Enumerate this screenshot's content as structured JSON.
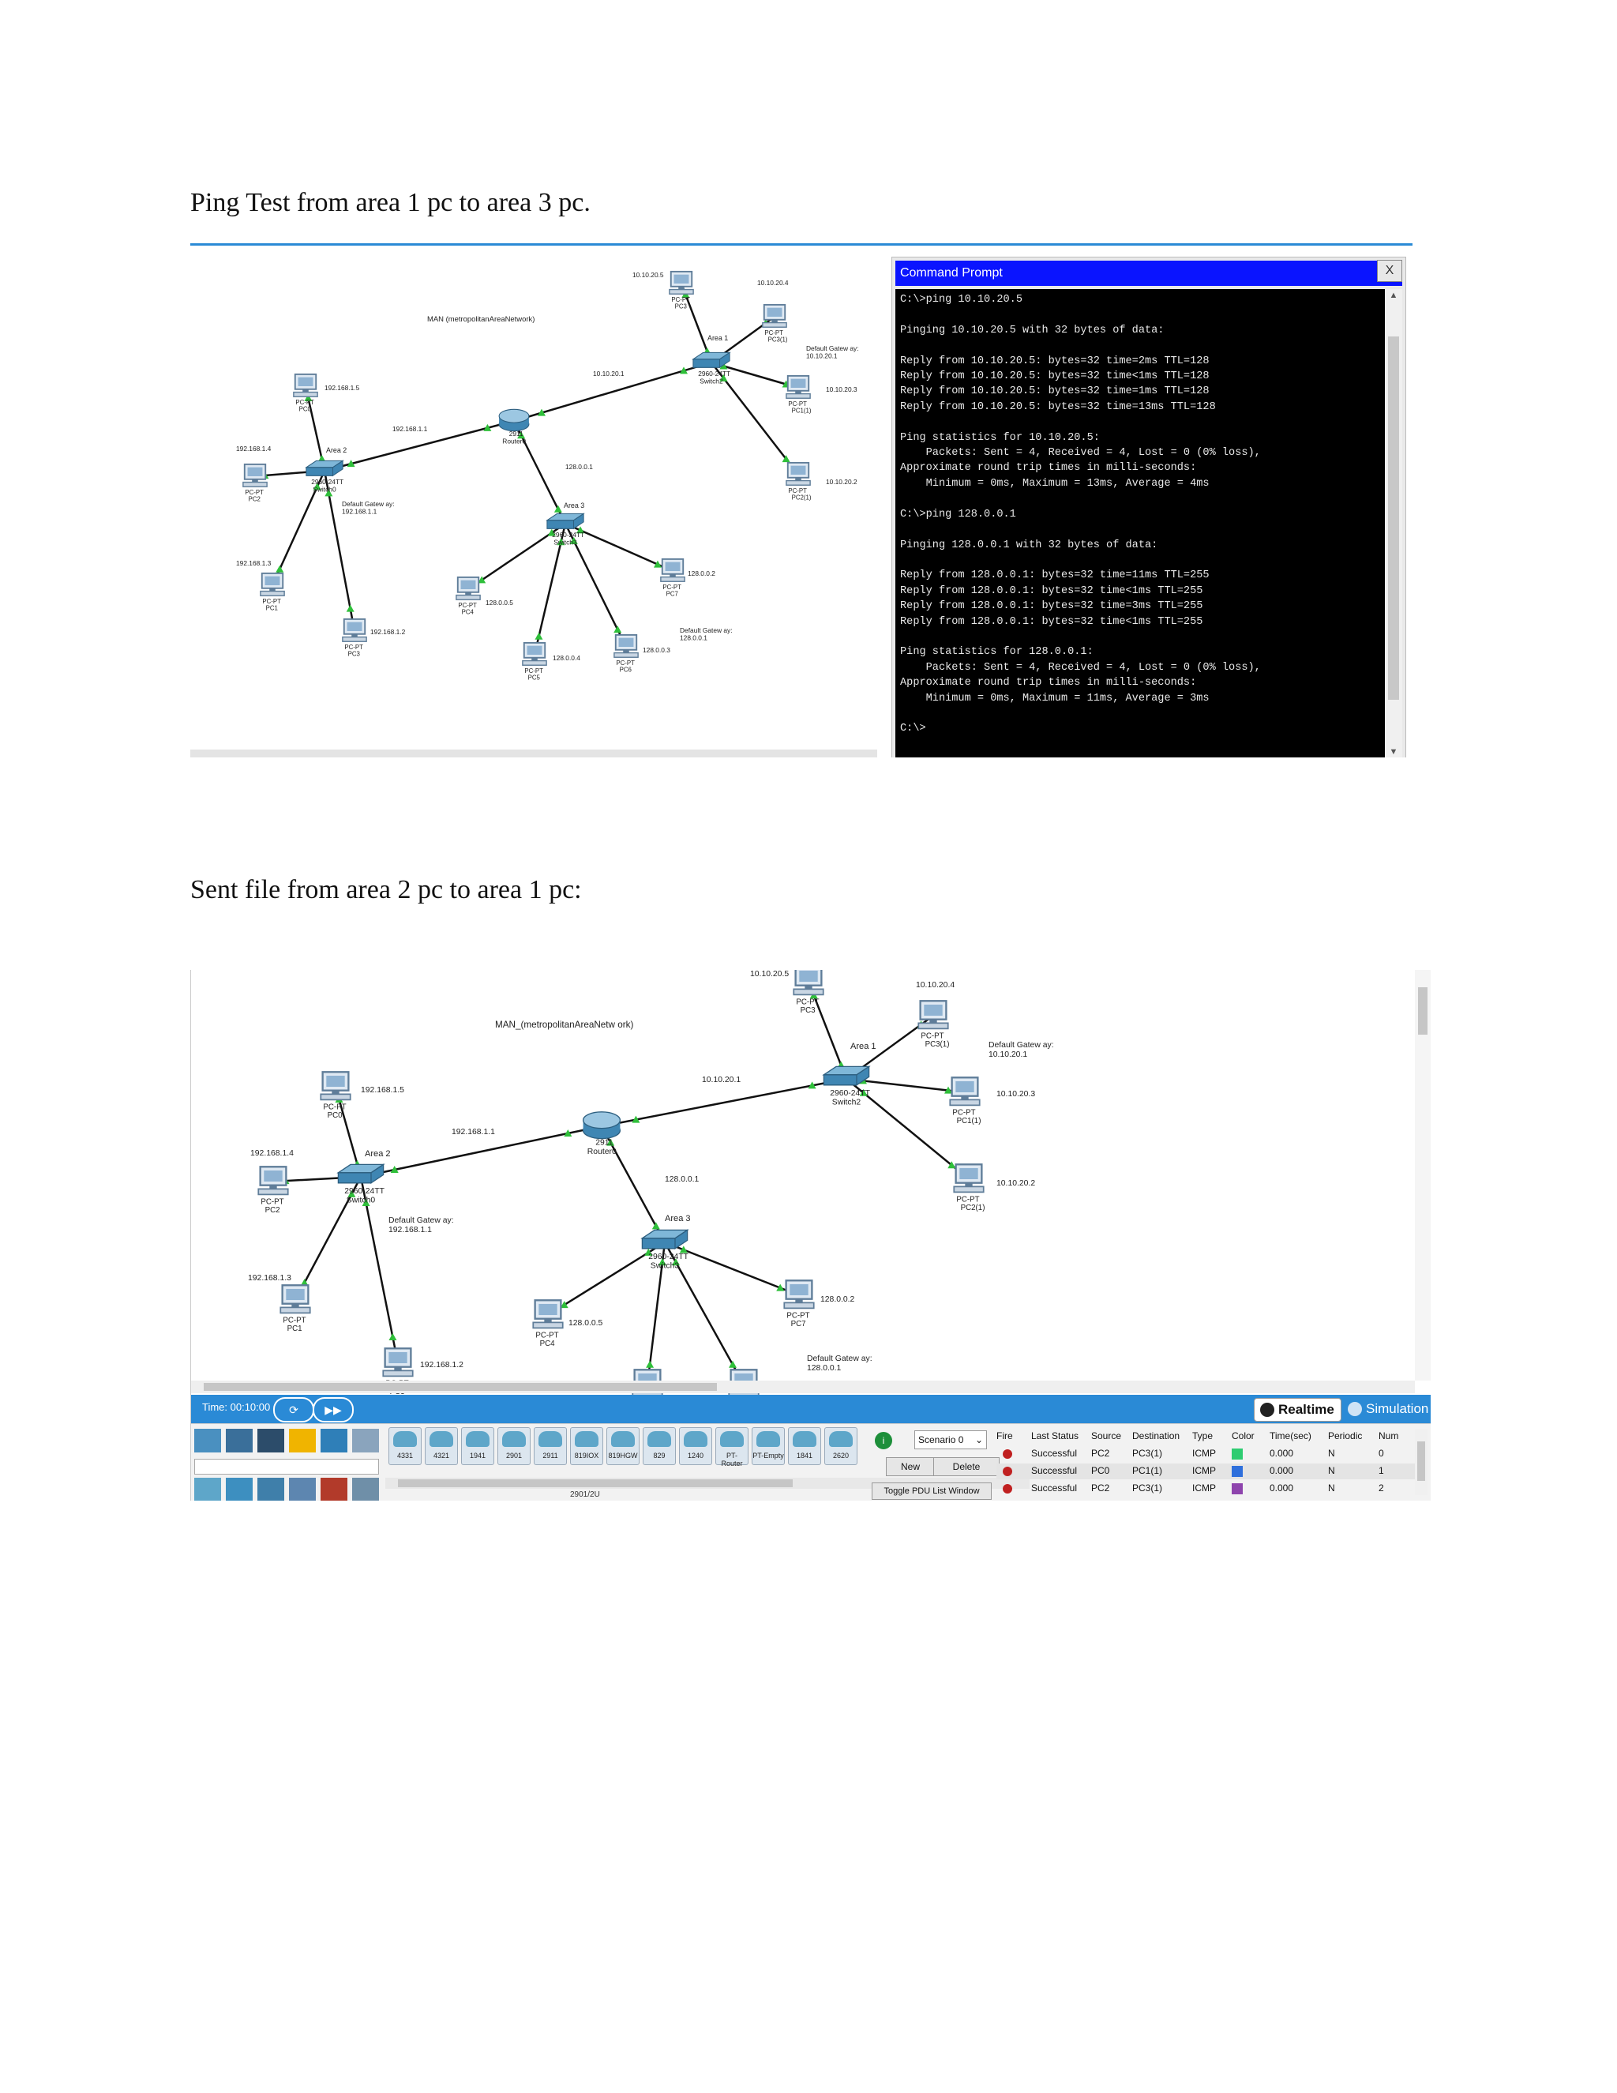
{
  "doc": {
    "heading1": "Ping Test from area 1 pc to area 3 pc.",
    "heading2": "Sent file from area 2 pc to area 1 pc:"
  },
  "topology": {
    "network_name_1": "MAN (metropolitanAreaNetwork)",
    "network_name_2": "MAN_(metropolitanAreaNetw ork)",
    "router": {
      "model": "2911",
      "name": "Router0"
    },
    "area1": {
      "label": "Area 1",
      "switch_model": "2960-24TT",
      "switch_name": "Switch2",
      "router_ip": "10.10.20.1",
      "gateway": "Default Gatew ay:\n10.10.20.1",
      "pcs": [
        {
          "type": "PC-PT",
          "name": "PC3",
          "ip": "10.10.20.5"
        },
        {
          "type": "PC-PT",
          "name": "PC3(1)",
          "ip": "10.10.20.4"
        },
        {
          "type": "PC-PT",
          "name": "PC1(1)",
          "ip": "10.10.20.3"
        },
        {
          "type": "PC-PT",
          "name": "PC2(1)",
          "ip": "10.10.20.2"
        }
      ]
    },
    "area2": {
      "label": "Area 2",
      "switch_model": "2960-24TT",
      "switch_name": "Switch0",
      "router_ip": "192.168.1.1",
      "gateway": "Default Gatew ay:\n192.168.1.1",
      "pcs": [
        {
          "type": "PC-PT",
          "name": "PC0",
          "ip": "192.168.1.5"
        },
        {
          "type": "PC-PT",
          "name": "PC2",
          "ip": "192.168.1.4"
        },
        {
          "type": "PC-PT",
          "name": "PC1",
          "ip": "192.168.1.3"
        },
        {
          "type": "PC-PT",
          "name": "PC3",
          "ip": "192.168.1.2"
        }
      ]
    },
    "area3": {
      "label": "Area 3",
      "switch_model": "2960-24TT",
      "switch_name": "Switch3",
      "router_ip": "128.0.0.1",
      "gateway": "Default Gatew ay:\n128.0.0.1",
      "pcs": [
        {
          "type": "PC-PT",
          "name": "PC7",
          "ip": "128.0.0.2"
        },
        {
          "type": "PC-PT",
          "name": "PC4",
          "ip": "128.0.0.5"
        },
        {
          "type": "PC-PT",
          "name": "PC5",
          "ip": "128.0.0.4"
        },
        {
          "type": "PC-PT",
          "name": "PC6",
          "ip": "128.0.0.3"
        }
      ]
    }
  },
  "cmd": {
    "title": "Command Prompt",
    "close": "X",
    "output": "C:\\>ping 10.10.20.5\n\nPinging 10.10.20.5 with 32 bytes of data:\n\nReply from 10.10.20.5: bytes=32 time=2ms TTL=128\nReply from 10.10.20.5: bytes=32 time<1ms TTL=128\nReply from 10.10.20.5: bytes=32 time=1ms TTL=128\nReply from 10.10.20.5: bytes=32 time=13ms TTL=128\n\nPing statistics for 10.10.20.5:\n    Packets: Sent = 4, Received = 4, Lost = 0 (0% loss),\nApproximate round trip times in milli-seconds:\n    Minimum = 0ms, Maximum = 13ms, Average = 4ms\n\nC:\\>ping 128.0.0.1\n\nPinging 128.0.0.1 with 32 bytes of data:\n\nReply from 128.0.0.1: bytes=32 time=11ms TTL=255\nReply from 128.0.0.1: bytes=32 time<1ms TTL=255\nReply from 128.0.0.1: bytes=32 time=3ms TTL=255\nReply from 128.0.0.1: bytes=32 time<1ms TTL=255\n\nPing statistics for 128.0.0.1:\n    Packets: Sent = 4, Received = 4, Lost = 0 (0% loss),\nApproximate round trip times in milli-seconds:\n    Minimum = 0ms, Maximum = 11ms, Average = 3ms\n\nC:\\>"
  },
  "sim": {
    "time": "Time: 00:10:00",
    "realtime": "Realtime",
    "simulation": "Simulation",
    "devices": [
      "4331",
      "4321",
      "1941",
      "2901",
      "2911",
      "819IOX",
      "819HGW",
      "829",
      "1240",
      "PT-Router",
      "PT-Empty",
      "1841",
      "2620"
    ],
    "device_bottom_text": "2901/2U",
    "scenario": "Scenario 0",
    "new_btn": "New",
    "delete_btn": "Delete",
    "toggle_btn": "Toggle PDU List Window",
    "pdu_headers": [
      "Fire",
      "Last Status",
      "Source",
      "Destination",
      "Type",
      "Color",
      "Time(sec)",
      "Periodic",
      "Num"
    ],
    "pdu_rows": [
      {
        "status": "Successful",
        "source": "PC2",
        "dest": "PC3(1)",
        "type": "ICMP",
        "color": "#2ecc71",
        "time": "0.000",
        "periodic": "N",
        "num": "0"
      },
      {
        "status": "Successful",
        "source": "PC0",
        "dest": "PC1(1)",
        "type": "ICMP",
        "color": "#2e6fdc",
        "time": "0.000",
        "periodic": "N",
        "num": "1"
      },
      {
        "status": "Successful",
        "source": "PC2",
        "dest": "PC3(1)",
        "type": "ICMP",
        "color": "#8e44ad",
        "time": "0.000",
        "periodic": "N",
        "num": "2"
      }
    ]
  }
}
